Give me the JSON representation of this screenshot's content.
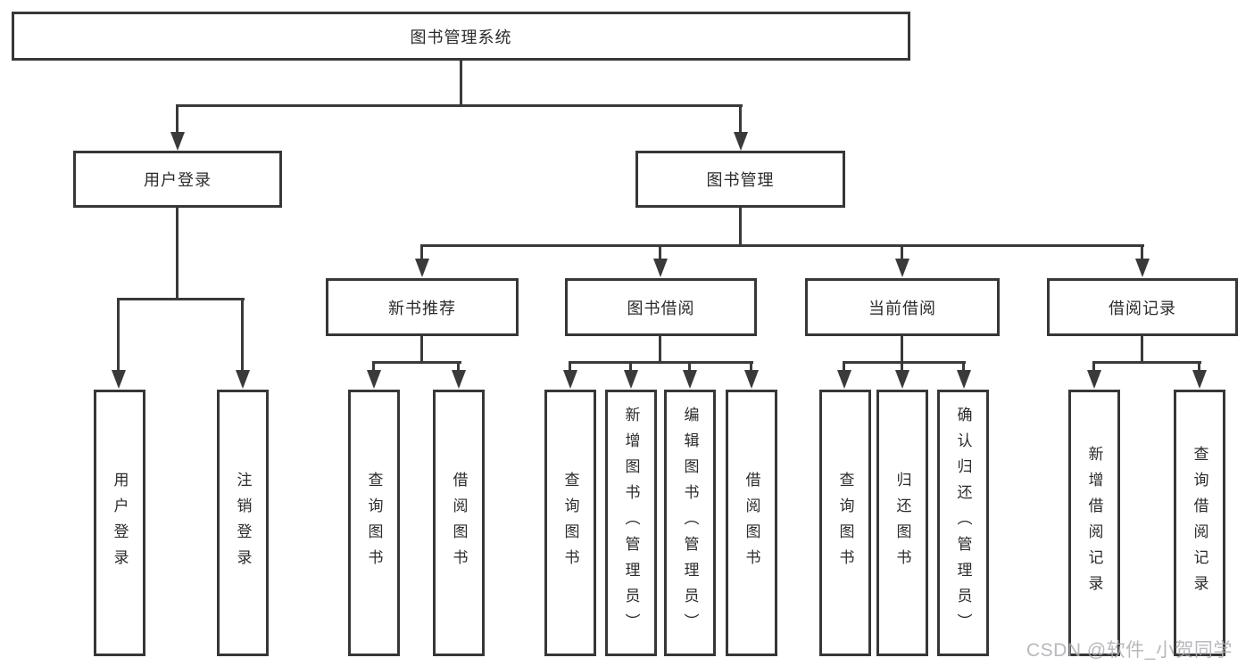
{
  "diagram": {
    "root": {
      "label": "图书管理系统"
    },
    "level2": [
      {
        "label": "用户登录"
      },
      {
        "label": "图书管理"
      }
    ],
    "level3": [
      {
        "label": "新书推荐"
      },
      {
        "label": "图书借阅"
      },
      {
        "label": "当前借阅"
      },
      {
        "label": "借阅记录"
      }
    ],
    "leaves": {
      "user_login": [
        {
          "label": "用户登录"
        },
        {
          "label": "注销登录"
        }
      ],
      "new_book": [
        {
          "label": "查询图书"
        },
        {
          "label": "借阅图书"
        }
      ],
      "book_borrow": [
        {
          "label": "查询图书"
        },
        {
          "label": "新增图书（管理员）"
        },
        {
          "label": "编辑图书（管理员）"
        },
        {
          "label": "借阅图书"
        }
      ],
      "current_borrow": [
        {
          "label": "查询图书"
        },
        {
          "label": "归还图书"
        },
        {
          "label": "确认归还（管理员）"
        }
      ],
      "borrow_record": [
        {
          "label": "新增借阅记录"
        },
        {
          "label": "查询借阅记录"
        }
      ]
    },
    "watermark": "CSDN @软件_小贺同学",
    "colors": {
      "line": "#3a3a3a",
      "text": "#2b2b2b",
      "background": "#ffffff",
      "watermark": "#abaab1"
    }
  }
}
